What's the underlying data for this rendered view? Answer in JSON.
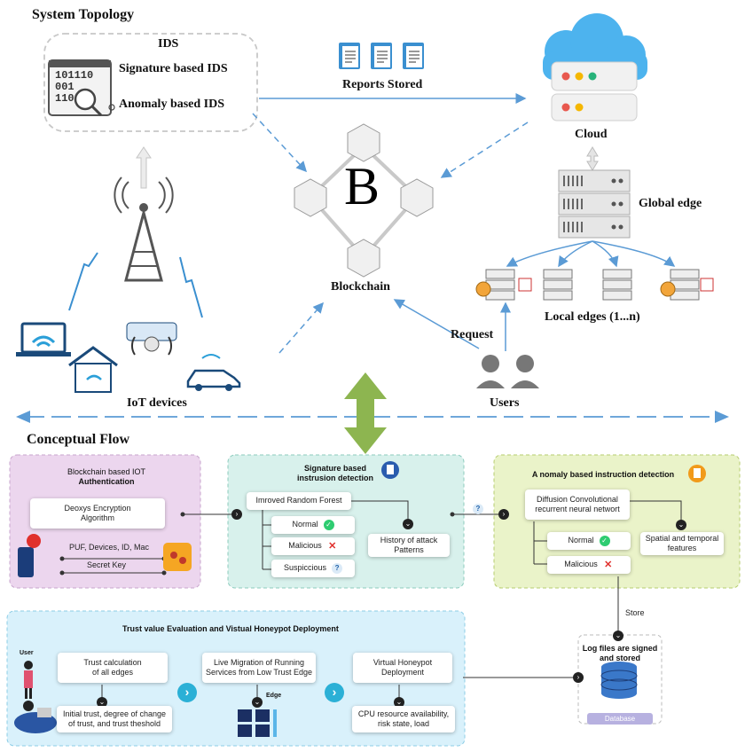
{
  "topology": {
    "title": "System Topology",
    "ids": {
      "title": "IDS",
      "signature": "Signature based IDS",
      "anomaly": "Anomaly based IDS",
      "binary_lines": [
        "101110",
        "001",
        "110"
      ]
    },
    "reports_stored": "Reports Stored",
    "cloud": "Cloud",
    "global_edge": "Global edge",
    "blockchain": "Blockchain",
    "blockchain_letter": "B",
    "local_edges": "Local edges (1...n)",
    "request": "Request",
    "users": "Users",
    "iot_devices": "IoT devices"
  },
  "flow": {
    "title": "Conceptual Flow",
    "auth": {
      "title_line1": "Blockchain based IOT",
      "title_line2": "Authentication",
      "deoxys": "Deoxys Encryption\nAlgorithm",
      "puf": "PUF, Devices, ID, Mac",
      "secret_key": "Secret Key"
    },
    "signature": {
      "title": "Signature based\ninstrusion detection",
      "classifier": "Imroved Random Forest",
      "normal": "Normal",
      "malicious": "Malicious",
      "suspicious": "Suspiccious",
      "history": "History of attack\nPatterns"
    },
    "question_mark": "?",
    "anomaly": {
      "title": "A nomaly based instruction detection",
      "classifier": "Diffusion Convolutional\nrecurrent neural networt",
      "normal": "Normal",
      "malicious": "Malicious",
      "features": "Spatial and temporal\nfeatures"
    },
    "store": "Store",
    "log": {
      "title": "Log files are signed\nand stored",
      "database": "Database"
    },
    "trust": {
      "title": "Trust value Evaluation and Vistual Honeypot Deployment",
      "user": "User",
      "edge": "Edge",
      "calc": "Trust calculation\nof all edges",
      "initial": "Initial trust, degree of change\nof trust, and trust theshold",
      "migration": "Live Migration of Running\nServices from Low Trust Edge",
      "honeypot": "Virtual Honeypot\nDeployment",
      "cpu": "CPU resource availability,\nrisk state, load"
    }
  },
  "colors": {
    "arrow_blue": "#5b9bd5",
    "auth_panel": "#ecd6ee",
    "signature_panel": "#d8f1ec",
    "anomaly_panel": "#eaf3c9",
    "trust_panel": "#d9f1fb",
    "double_arrow": "#8db550",
    "cloud_blue": "#4db3ee"
  }
}
